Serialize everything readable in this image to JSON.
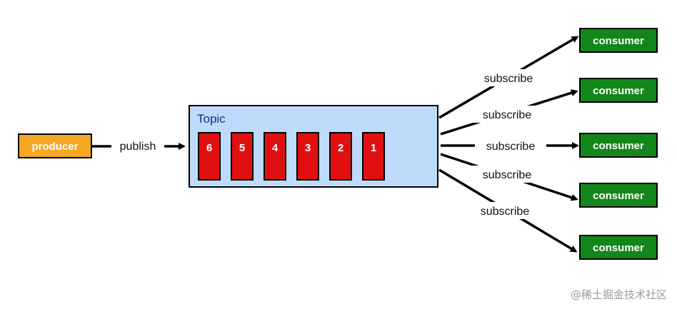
{
  "producer": {
    "label": "producer",
    "color": "#F5A623"
  },
  "publish": {
    "label": "publish"
  },
  "topic": {
    "title": "Topic",
    "fill": "#BFDBFB",
    "messages": [
      {
        "label": "6"
      },
      {
        "label": "5"
      },
      {
        "label": "4"
      },
      {
        "label": "3"
      },
      {
        "label": "2"
      },
      {
        "label": "1"
      }
    ],
    "message_color": "#E01010"
  },
  "subscriptions": [
    {
      "label": "subscribe",
      "consumer": "consumer"
    },
    {
      "label": "subscribe",
      "consumer": "consumer"
    },
    {
      "label": "subscribe",
      "consumer": "consumer"
    },
    {
      "label": "subscribe",
      "consumer": "consumer"
    },
    {
      "label": "subscribe",
      "consumer": "consumer"
    }
  ],
  "consumer_color": "#12861A",
  "watermark": "@稀土掘金技术社区"
}
